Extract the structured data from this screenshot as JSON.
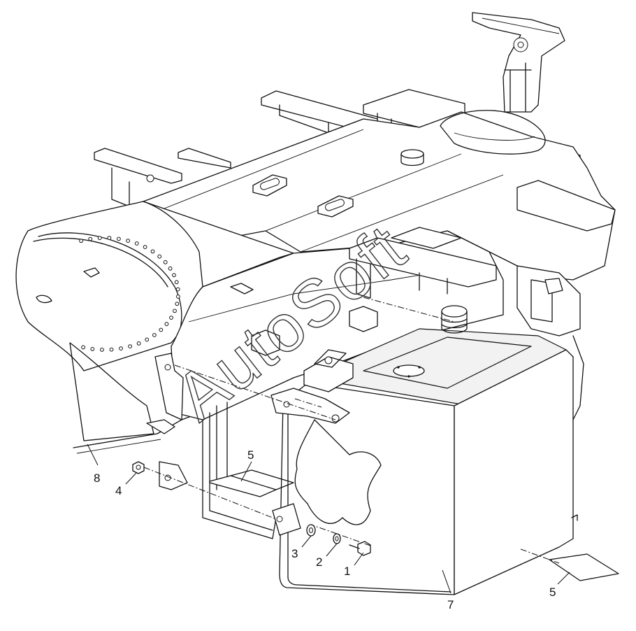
{
  "watermark": "AutoSoft",
  "callouts": [
    {
      "id": "c1",
      "label": "1"
    },
    {
      "id": "c2",
      "label": "2"
    },
    {
      "id": "c3",
      "label": "3"
    },
    {
      "id": "c4",
      "label": "4"
    },
    {
      "id": "c5a",
      "label": "5"
    },
    {
      "id": "c5b",
      "label": "5"
    },
    {
      "id": "c7",
      "label": "7"
    },
    {
      "id": "c8",
      "label": "8"
    }
  ]
}
